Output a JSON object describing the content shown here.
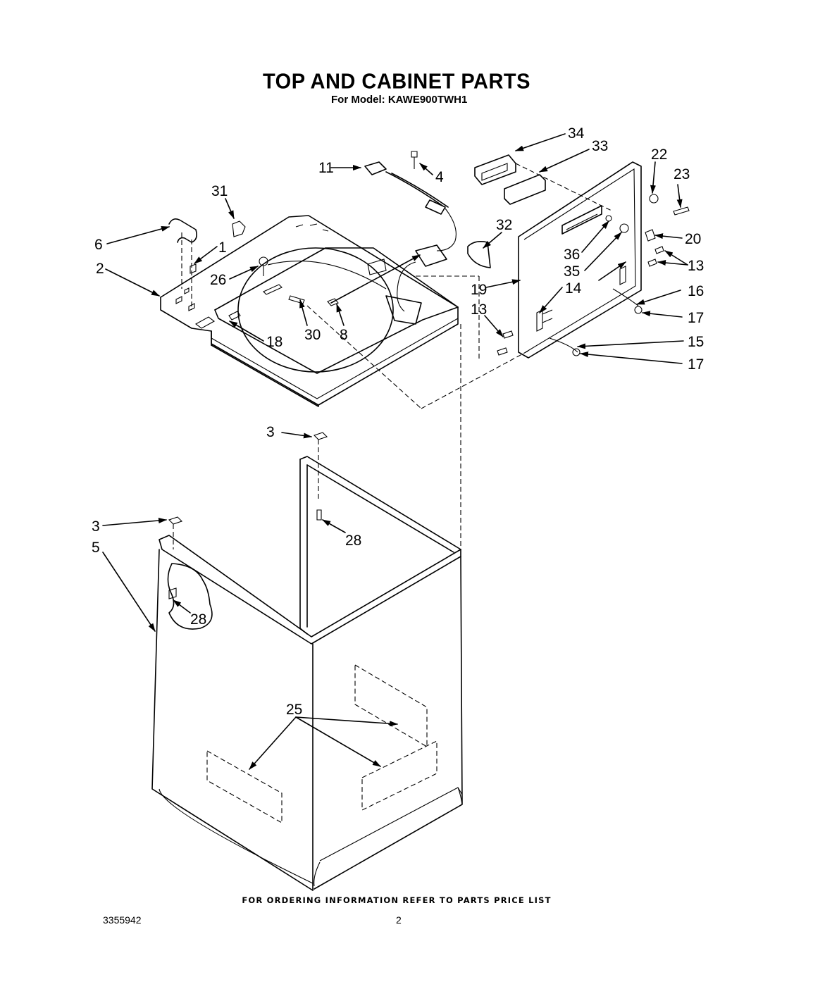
{
  "header": {
    "title": "TOP AND CABINET PARTS",
    "model_line": "For Model: KAWE900TWH1"
  },
  "footer": {
    "ordering_note": "FOR ORDERING INFORMATION REFER TO PARTS PRICE LIST",
    "document_number": "3355942",
    "page_number": "2"
  },
  "callouts": {
    "p1": "1",
    "p2": "2",
    "p3a": "3",
    "p3b": "3",
    "p4": "4",
    "p5": "5",
    "p6": "6",
    "p8": "8",
    "p11": "11",
    "p13a": "13",
    "p13b": "13",
    "p14": "14",
    "p15": "15",
    "p16": "16",
    "p17a": "17",
    "p17b": "17",
    "p18": "18",
    "p19": "19",
    "p20": "20",
    "p22": "22",
    "p23": "23",
    "p25": "25",
    "p26": "26",
    "p28a": "28",
    "p28b": "28",
    "p30": "30",
    "p31": "31",
    "p32": "32",
    "p33": "33",
    "p34": "34",
    "p35": "35",
    "p36": "36"
  }
}
